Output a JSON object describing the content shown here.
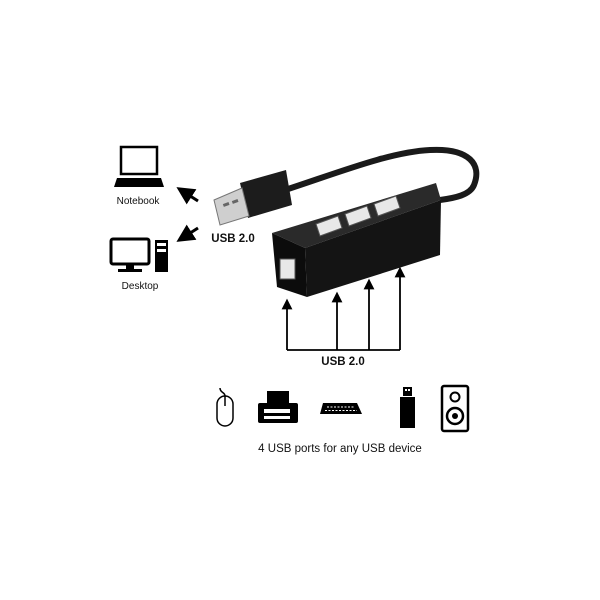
{
  "labels": {
    "notebook": "Notebook",
    "desktop": "Desktop",
    "usb_in": "USB 2.0",
    "usb_out": "USB 2.0",
    "caption": "4 USB ports for any USB device"
  },
  "device_icons": [
    "mouse-icon",
    "printer-icon",
    "keyboard-icon",
    "usb-stick-icon",
    "speaker-icon"
  ],
  "colors": {
    "hub": "#141414",
    "ink": "#000000"
  }
}
